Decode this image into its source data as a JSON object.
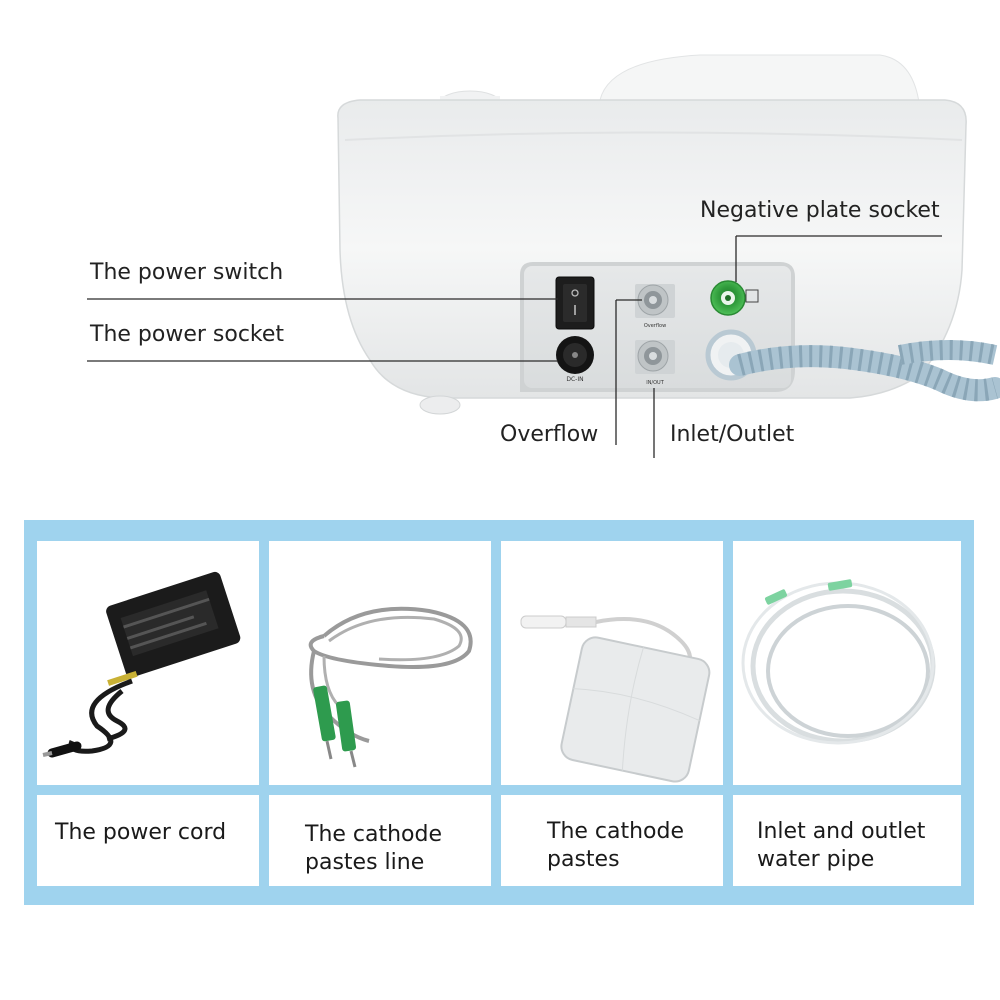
{
  "callouts": {
    "negative_plate_socket": "Negative plate socket",
    "power_switch": "The power switch",
    "power_socket": "The power socket",
    "overflow": "Overflow",
    "inlet_outlet": "Inlet/Outlet"
  },
  "panel_markings": {
    "overflow_port": "Overflow",
    "inlet_outlet_port": "IN/OUT",
    "dc_in": "DC-IN"
  },
  "accessories": [
    {
      "line1": "The power cord",
      "line2": ""
    },
    {
      "line1": "The cathode",
      "line2": "pastes line"
    },
    {
      "line1": "The cathode",
      "line2": "pastes"
    },
    {
      "line1": "Inlet and outlet",
      "line2": "water pipe"
    }
  ],
  "colors": {
    "frame": "#9fd3ee",
    "device_body": "#f3f4f5",
    "socket_green": "#3fb34a",
    "hose": "#aac3d2"
  }
}
